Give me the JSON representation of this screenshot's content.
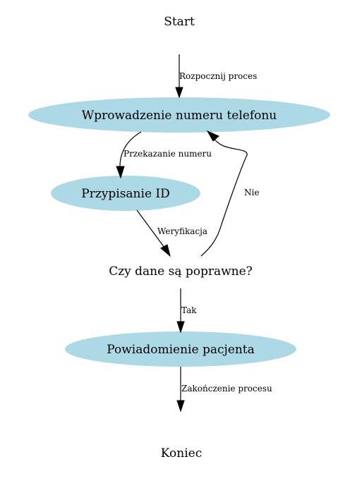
{
  "diagram": {
    "fill_color": "#add8e6",
    "line_color": "#000000",
    "nodes": {
      "start": "Start",
      "phone": "Wprowadzenie numeru telefonu",
      "assign": "Przypisanie ID",
      "decision": "Czy dane są poprawne?",
      "notify": "Powiadomienie pacjenta",
      "end": "Koniec"
    },
    "edges": {
      "start_phone": "Rozpocznij proces",
      "phone_assign": "Przekazanie numeru",
      "assign_decision": "Weryfikacja",
      "decision_phone": "Nie",
      "decision_notify": "Tak",
      "notify_end": "Zakończenie procesu"
    }
  }
}
